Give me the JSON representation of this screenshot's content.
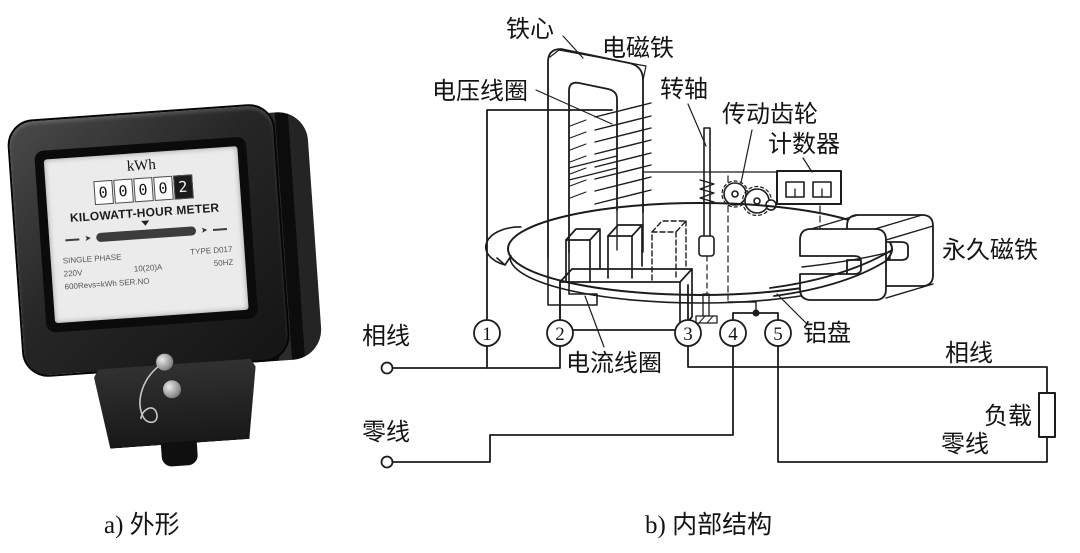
{
  "figure": {
    "caption_a": "a) 外形",
    "caption_b": "b) 内部结构"
  },
  "photo": {
    "unit": "kWh",
    "register_digits": [
      "0",
      "0",
      "0",
      "0",
      "2"
    ],
    "meter_title": "KILOWATT-HOUR METER",
    "spec_row1": [
      "SINGLE PHASE",
      "TYPE D017"
    ],
    "spec_row2": [
      "220V",
      "10(20)A",
      "50HZ"
    ],
    "spec_row3": "600Revs=kWh SER.NO"
  },
  "diagram": {
    "labels": {
      "iron_core": "铁心",
      "electromagnet": "电磁铁",
      "voltage_coil": "电压线圈",
      "shaft": "转轴",
      "drive_gear": "传动齿轮",
      "counter": "计数器",
      "permanent_magnet": "永久磁铁",
      "phase_wire_left": "相线",
      "neutral_wire_left": "零线",
      "current_coil": "电流线圈",
      "aluminum_disc": "铝盘",
      "phase_wire_right": "相线",
      "load": "负载",
      "neutral_wire_right": "零线"
    },
    "terminals": [
      "1",
      "2",
      "3",
      "4",
      "5"
    ]
  }
}
